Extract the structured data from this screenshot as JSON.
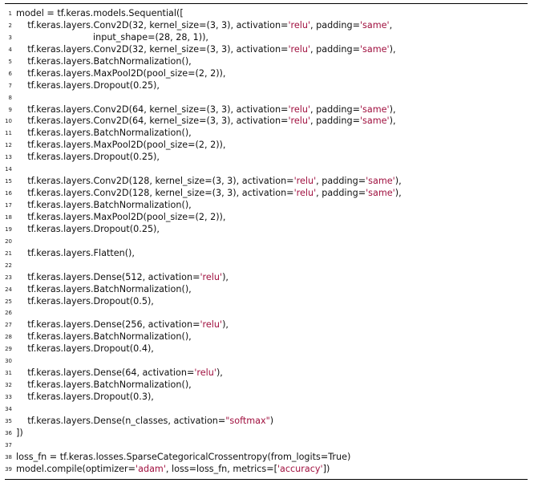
{
  "listing": {
    "lines": [
      {
        "n": "1",
        "parts": [
          {
            "t": "model = tf.keras.models.Sequential(["
          }
        ]
      },
      {
        "n": "2",
        "parts": [
          {
            "t": "    tf.keras.layers.Conv2D(32, kernel_size=(3, 3), activation="
          },
          {
            "t": "'relu'",
            "s": true
          },
          {
            "t": ", padding="
          },
          {
            "t": "'same'",
            "s": true
          },
          {
            "t": ","
          }
        ]
      },
      {
        "n": "3",
        "parts": [
          {
            "t": "                           input_shape=(28, 28, 1)),"
          }
        ]
      },
      {
        "n": "4",
        "parts": [
          {
            "t": "    tf.keras.layers.Conv2D(32, kernel_size=(3, 3), activation="
          },
          {
            "t": "'relu'",
            "s": true
          },
          {
            "t": ", padding="
          },
          {
            "t": "'same'",
            "s": true
          },
          {
            "t": "),"
          }
        ]
      },
      {
        "n": "5",
        "parts": [
          {
            "t": "    tf.keras.layers.BatchNormalization(),"
          }
        ]
      },
      {
        "n": "6",
        "parts": [
          {
            "t": "    tf.keras.layers.MaxPool2D(pool_size=(2, 2)),"
          }
        ]
      },
      {
        "n": "7",
        "parts": [
          {
            "t": "    tf.keras.layers.Dropout(0.25),"
          }
        ]
      },
      {
        "n": "8",
        "parts": [
          {
            "t": ""
          }
        ]
      },
      {
        "n": "9",
        "parts": [
          {
            "t": "    tf.keras.layers.Conv2D(64, kernel_size=(3, 3), activation="
          },
          {
            "t": "'relu'",
            "s": true
          },
          {
            "t": ", padding="
          },
          {
            "t": "'same'",
            "s": true
          },
          {
            "t": "),"
          }
        ]
      },
      {
        "n": "10",
        "parts": [
          {
            "t": "    tf.keras.layers.Conv2D(64, kernel_size=(3, 3), activation="
          },
          {
            "t": "'relu'",
            "s": true
          },
          {
            "t": ", padding="
          },
          {
            "t": "'same'",
            "s": true
          },
          {
            "t": "),"
          }
        ]
      },
      {
        "n": "11",
        "parts": [
          {
            "t": "    tf.keras.layers.BatchNormalization(),"
          }
        ]
      },
      {
        "n": "12",
        "parts": [
          {
            "t": "    tf.keras.layers.MaxPool2D(pool_size=(2, 2)),"
          }
        ]
      },
      {
        "n": "13",
        "parts": [
          {
            "t": "    tf.keras.layers.Dropout(0.25),"
          }
        ]
      },
      {
        "n": "14",
        "parts": [
          {
            "t": ""
          }
        ]
      },
      {
        "n": "15",
        "parts": [
          {
            "t": "    tf.keras.layers.Conv2D(128, kernel_size=(3, 3), activation="
          },
          {
            "t": "'relu'",
            "s": true
          },
          {
            "t": ", padding="
          },
          {
            "t": "'same'",
            "s": true
          },
          {
            "t": "),"
          }
        ]
      },
      {
        "n": "16",
        "parts": [
          {
            "t": "    tf.keras.layers.Conv2D(128, kernel_size=(3, 3), activation="
          },
          {
            "t": "'relu'",
            "s": true
          },
          {
            "t": ", padding="
          },
          {
            "t": "'same'",
            "s": true
          },
          {
            "t": "),"
          }
        ]
      },
      {
        "n": "17",
        "parts": [
          {
            "t": "    tf.keras.layers.BatchNormalization(),"
          }
        ]
      },
      {
        "n": "18",
        "parts": [
          {
            "t": "    tf.keras.layers.MaxPool2D(pool_size=(2, 2)),"
          }
        ]
      },
      {
        "n": "19",
        "parts": [
          {
            "t": "    tf.keras.layers.Dropout(0.25),"
          }
        ]
      },
      {
        "n": "20",
        "parts": [
          {
            "t": ""
          }
        ]
      },
      {
        "n": "21",
        "parts": [
          {
            "t": "    tf.keras.layers.Flatten(),"
          }
        ]
      },
      {
        "n": "22",
        "parts": [
          {
            "t": ""
          }
        ]
      },
      {
        "n": "23",
        "parts": [
          {
            "t": "    tf.keras.layers.Dense(512, activation="
          },
          {
            "t": "'relu'",
            "s": true
          },
          {
            "t": "),"
          }
        ]
      },
      {
        "n": "24",
        "parts": [
          {
            "t": "    tf.keras.layers.BatchNormalization(),"
          }
        ]
      },
      {
        "n": "25",
        "parts": [
          {
            "t": "    tf.keras.layers.Dropout(0.5),"
          }
        ]
      },
      {
        "n": "26",
        "parts": [
          {
            "t": ""
          }
        ]
      },
      {
        "n": "27",
        "parts": [
          {
            "t": "    tf.keras.layers.Dense(256, activation="
          },
          {
            "t": "'relu'",
            "s": true
          },
          {
            "t": "),"
          }
        ]
      },
      {
        "n": "28",
        "parts": [
          {
            "t": "    tf.keras.layers.BatchNormalization(),"
          }
        ]
      },
      {
        "n": "29",
        "parts": [
          {
            "t": "    tf.keras.layers.Dropout(0.4),"
          }
        ]
      },
      {
        "n": "30",
        "parts": [
          {
            "t": ""
          }
        ]
      },
      {
        "n": "31",
        "parts": [
          {
            "t": "    tf.keras.layers.Dense(64, activation="
          },
          {
            "t": "'relu'",
            "s": true
          },
          {
            "t": "),"
          }
        ]
      },
      {
        "n": "32",
        "parts": [
          {
            "t": "    tf.keras.layers.BatchNormalization(),"
          }
        ]
      },
      {
        "n": "33",
        "parts": [
          {
            "t": "    tf.keras.layers.Dropout(0.3),"
          }
        ]
      },
      {
        "n": "34",
        "parts": [
          {
            "t": ""
          }
        ]
      },
      {
        "n": "35",
        "parts": [
          {
            "t": "    tf.keras.layers.Dense(n_classes, activation="
          },
          {
            "t": "\"softmax\"",
            "s": true
          },
          {
            "t": ")"
          }
        ]
      },
      {
        "n": "36",
        "parts": [
          {
            "t": "])"
          }
        ]
      },
      {
        "n": "37",
        "parts": [
          {
            "t": ""
          }
        ]
      },
      {
        "n": "38",
        "parts": [
          {
            "t": "loss_fn = tf.keras.losses.SparseCategoricalCrossentropy(from_logits=True)"
          }
        ]
      },
      {
        "n": "39",
        "parts": [
          {
            "t": "model.compile(optimizer="
          },
          {
            "t": "'adam'",
            "s": true
          },
          {
            "t": ", loss=loss_fn, metrics=["
          },
          {
            "t": "'accuracy'",
            "s": true
          },
          {
            "t": "])"
          }
        ]
      }
    ]
  },
  "colors": {
    "string_literal": "#a0103f",
    "code_text": "#111111",
    "rule": "#000000"
  }
}
